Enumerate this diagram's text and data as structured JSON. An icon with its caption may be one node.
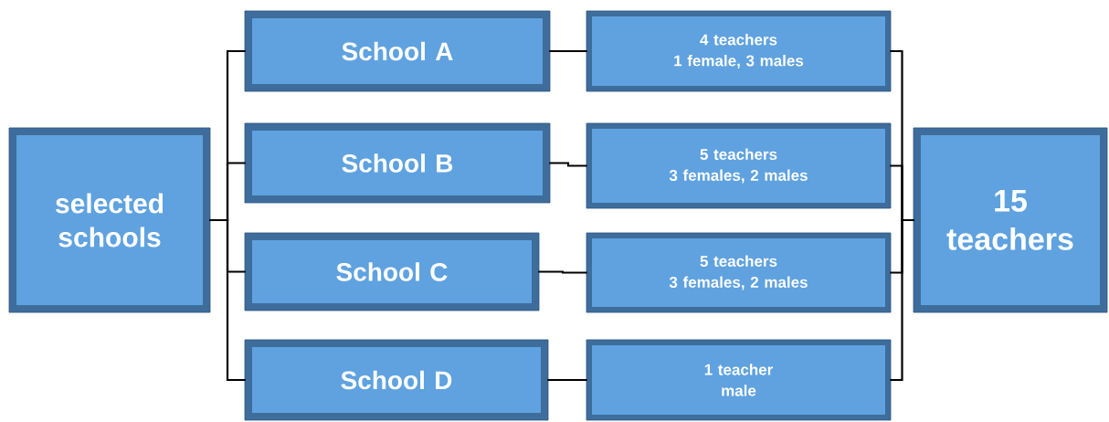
{
  "diagram": {
    "nodes": [
      {
        "text": [
          "selected schools"
        ]
      },
      {
        "text": [
          "School A"
        ]
      },
      {
        "text": [
          "School B"
        ]
      },
      {
        "text": [
          "School C"
        ]
      },
      {
        "text": [
          "School D"
        ]
      },
      {
        "text": [
          "4 teachers",
          "1 female, 3 males"
        ]
      },
      {
        "text": [
          "5 teachers",
          "3 females, 2 males"
        ]
      },
      {
        "text": [
          "5 teachers",
          "3 females, 2 males"
        ]
      },
      {
        "text": [
          "1 teacher",
          "male"
        ]
      },
      {
        "text": [
          "15 teachers"
        ]
      }
    ],
    "edges": [
      {
        "from": 0,
        "to": 1,
        "arrow": "none"
      },
      {
        "from": 0,
        "to": 2,
        "arrow": "none"
      },
      {
        "from": 0,
        "to": 3,
        "arrow": "none"
      },
      {
        "from": 0,
        "to": 4,
        "arrow": "none"
      },
      {
        "from": 1,
        "to": 5,
        "arrow": "none"
      },
      {
        "from": 2,
        "to": 6,
        "arrow": "none"
      },
      {
        "from": 3,
        "to": 7,
        "arrow": "none"
      },
      {
        "from": 4,
        "to": 8,
        "arrow": "none"
      },
      {
        "from": 5,
        "to": 9,
        "arrow": "none"
      },
      {
        "from": 6,
        "to": 9,
        "arrow": "none"
      },
      {
        "from": 7,
        "to": 9,
        "arrow": "none"
      },
      {
        "from": 8,
        "to": 9,
        "arrow": "none"
      }
    ]
  }
}
